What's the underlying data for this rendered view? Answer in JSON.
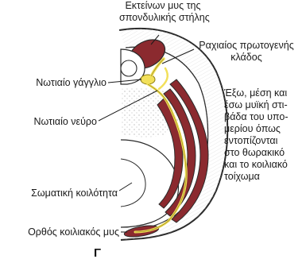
{
  "labels": {
    "extensor_line1": "Εκτείνων μυς της",
    "extensor_line2": "σπονδυλικής στήλης",
    "dorsal_ramus_line1": "Ραχιαίος πρωτογενής",
    "dorsal_ramus_line2": "κλάδος",
    "spinal_ganglion": "Νωτιαίο γάγγλιο",
    "spinal_nerve": "Νωτιαίο νεύρο",
    "layers_line1": "Έξω, μέση και",
    "layers_line2": "έσω μυϊκή στι-",
    "layers_line3": "βάδα του υπο-",
    "layers_line4": "μερίου όπως",
    "layers_line5": "εντοπίζονται",
    "layers_line6": "στο θωρακικό",
    "layers_line7": "και το κοιλιακό",
    "layers_line8": "τοίχωμα",
    "body_cavity": "Σωματική κοιλότητα",
    "rectus_abdominis": "Ορθός κοιλιακός μυς",
    "figure_letter": "Γ"
  },
  "colors": {
    "muscle": "#8b2a2f",
    "nerve": "#f2e05a",
    "nerve_outline": "#8a7a10",
    "outline": "#2a2a2a"
  }
}
